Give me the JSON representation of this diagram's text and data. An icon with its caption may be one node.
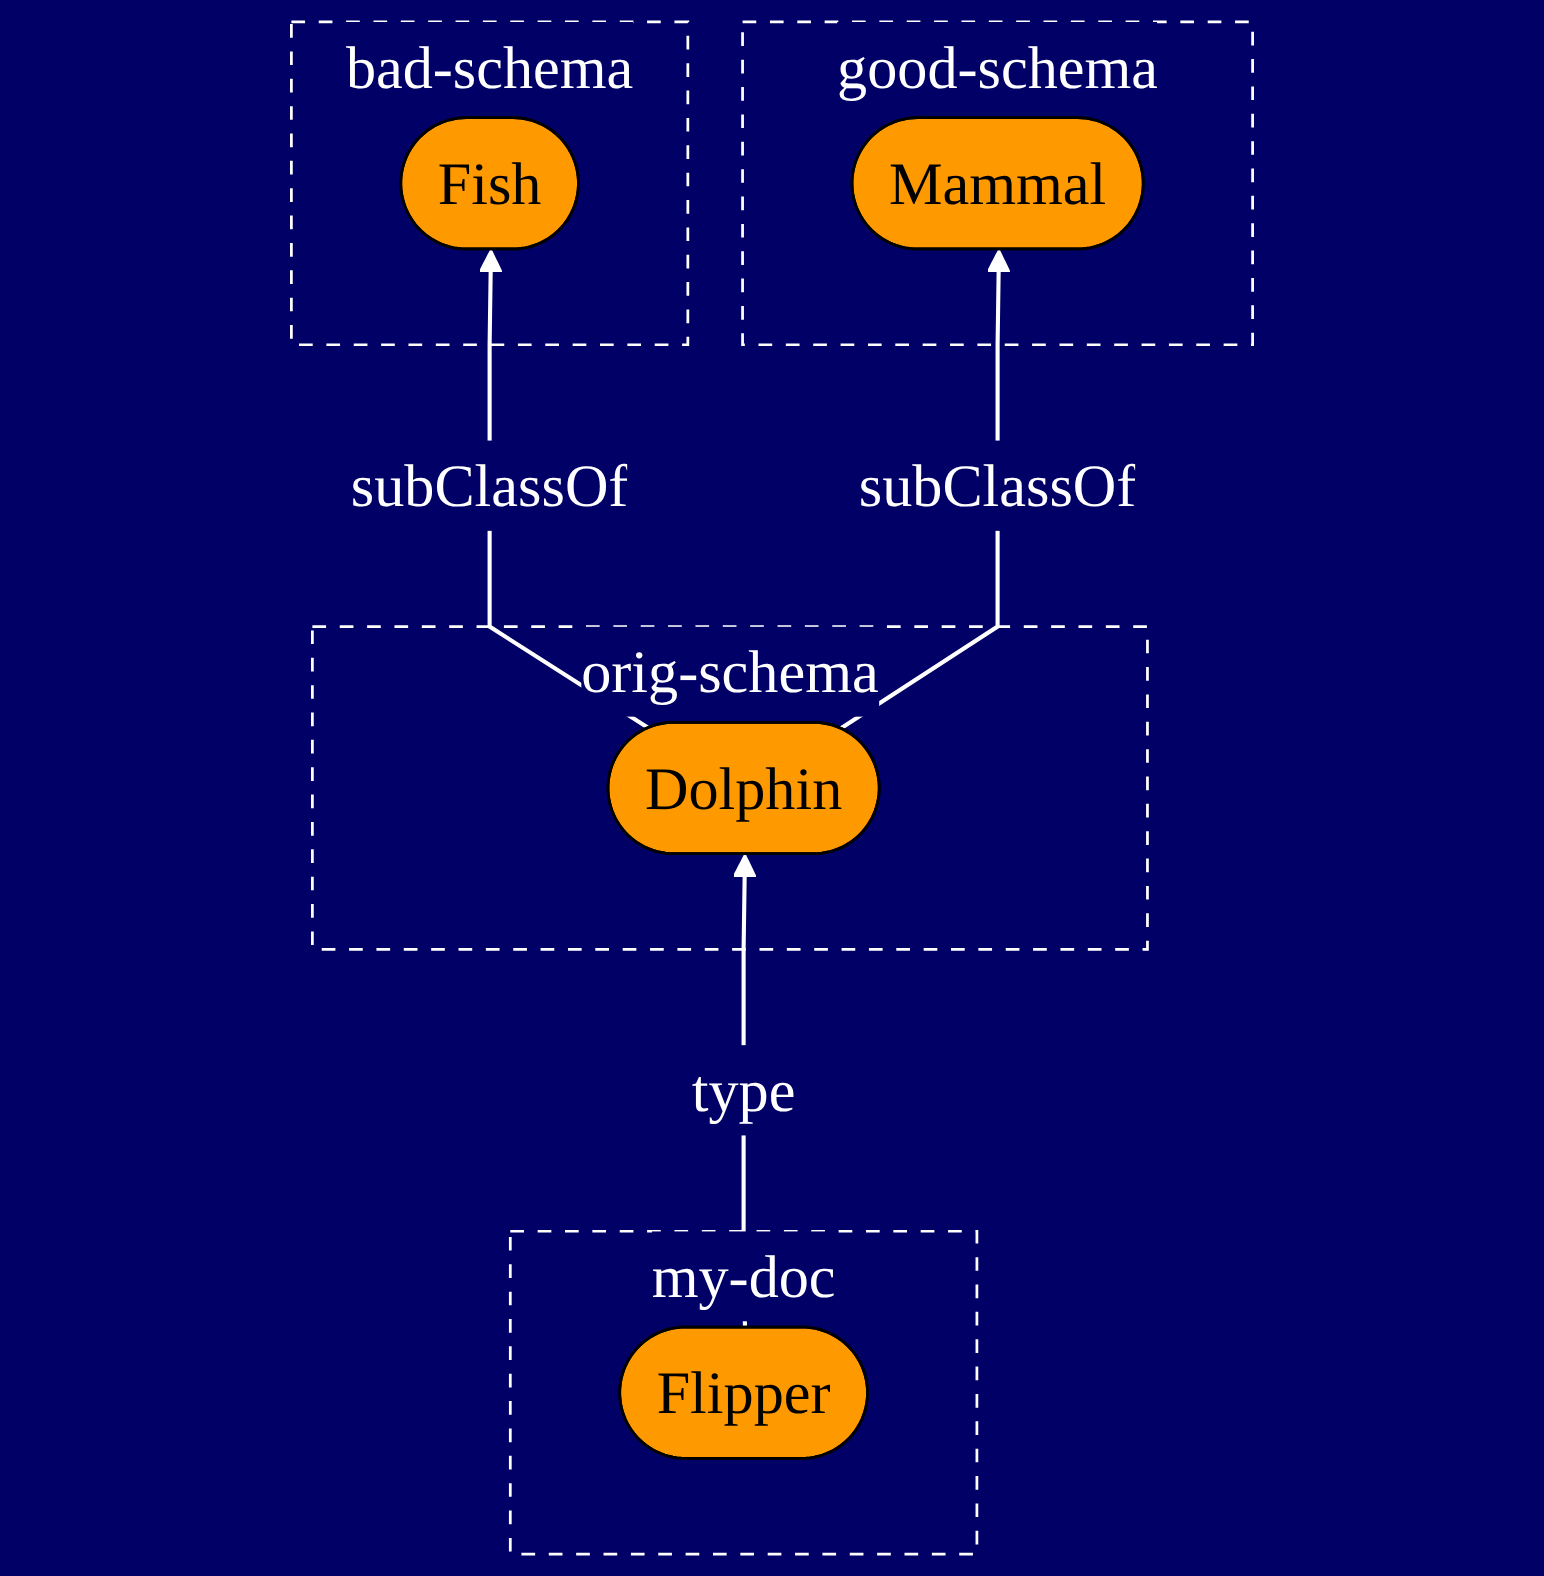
{
  "diagram": {
    "nodes": [
      {
        "text": [
          "good-schema"
        ]
      },
      {
        "text": [
          "Mammal"
        ],
        "in": 0
      },
      {
        "text": [
          "bad-schema"
        ]
      },
      {
        "text": [
          "Fish"
        ],
        "in": 2
      },
      {
        "text": [
          "orig-schema"
        ]
      },
      {
        "text": [
          "Dolphin"
        ],
        "in": 4
      },
      {
        "text": [
          "my-doc"
        ]
      },
      {
        "text": [
          "Flipper"
        ],
        "in": 6
      }
    ],
    "edges": [
      {
        "from": 5,
        "to": 1,
        "arrow": "to",
        "label": "subClassOf"
      },
      {
        "from": 5,
        "to": 3,
        "arrow": "to",
        "label": "subClassOf"
      },
      {
        "from": 7,
        "to": 5,
        "arrow": "to",
        "label": "type"
      }
    ]
  }
}
